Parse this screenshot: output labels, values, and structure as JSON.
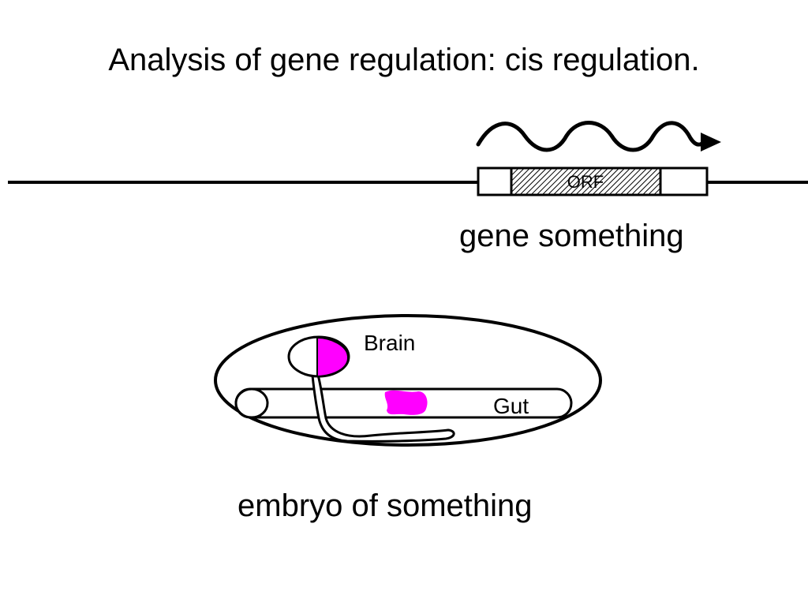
{
  "slide": {
    "title": "Analysis of gene regulation: cis regulation."
  },
  "gene": {
    "orf_label": "ORF",
    "caption": "gene something"
  },
  "embryo": {
    "brain_label": "Brain",
    "gut_label": "Gut",
    "caption": "embryo of something",
    "expression_color": "#ff00ff"
  }
}
